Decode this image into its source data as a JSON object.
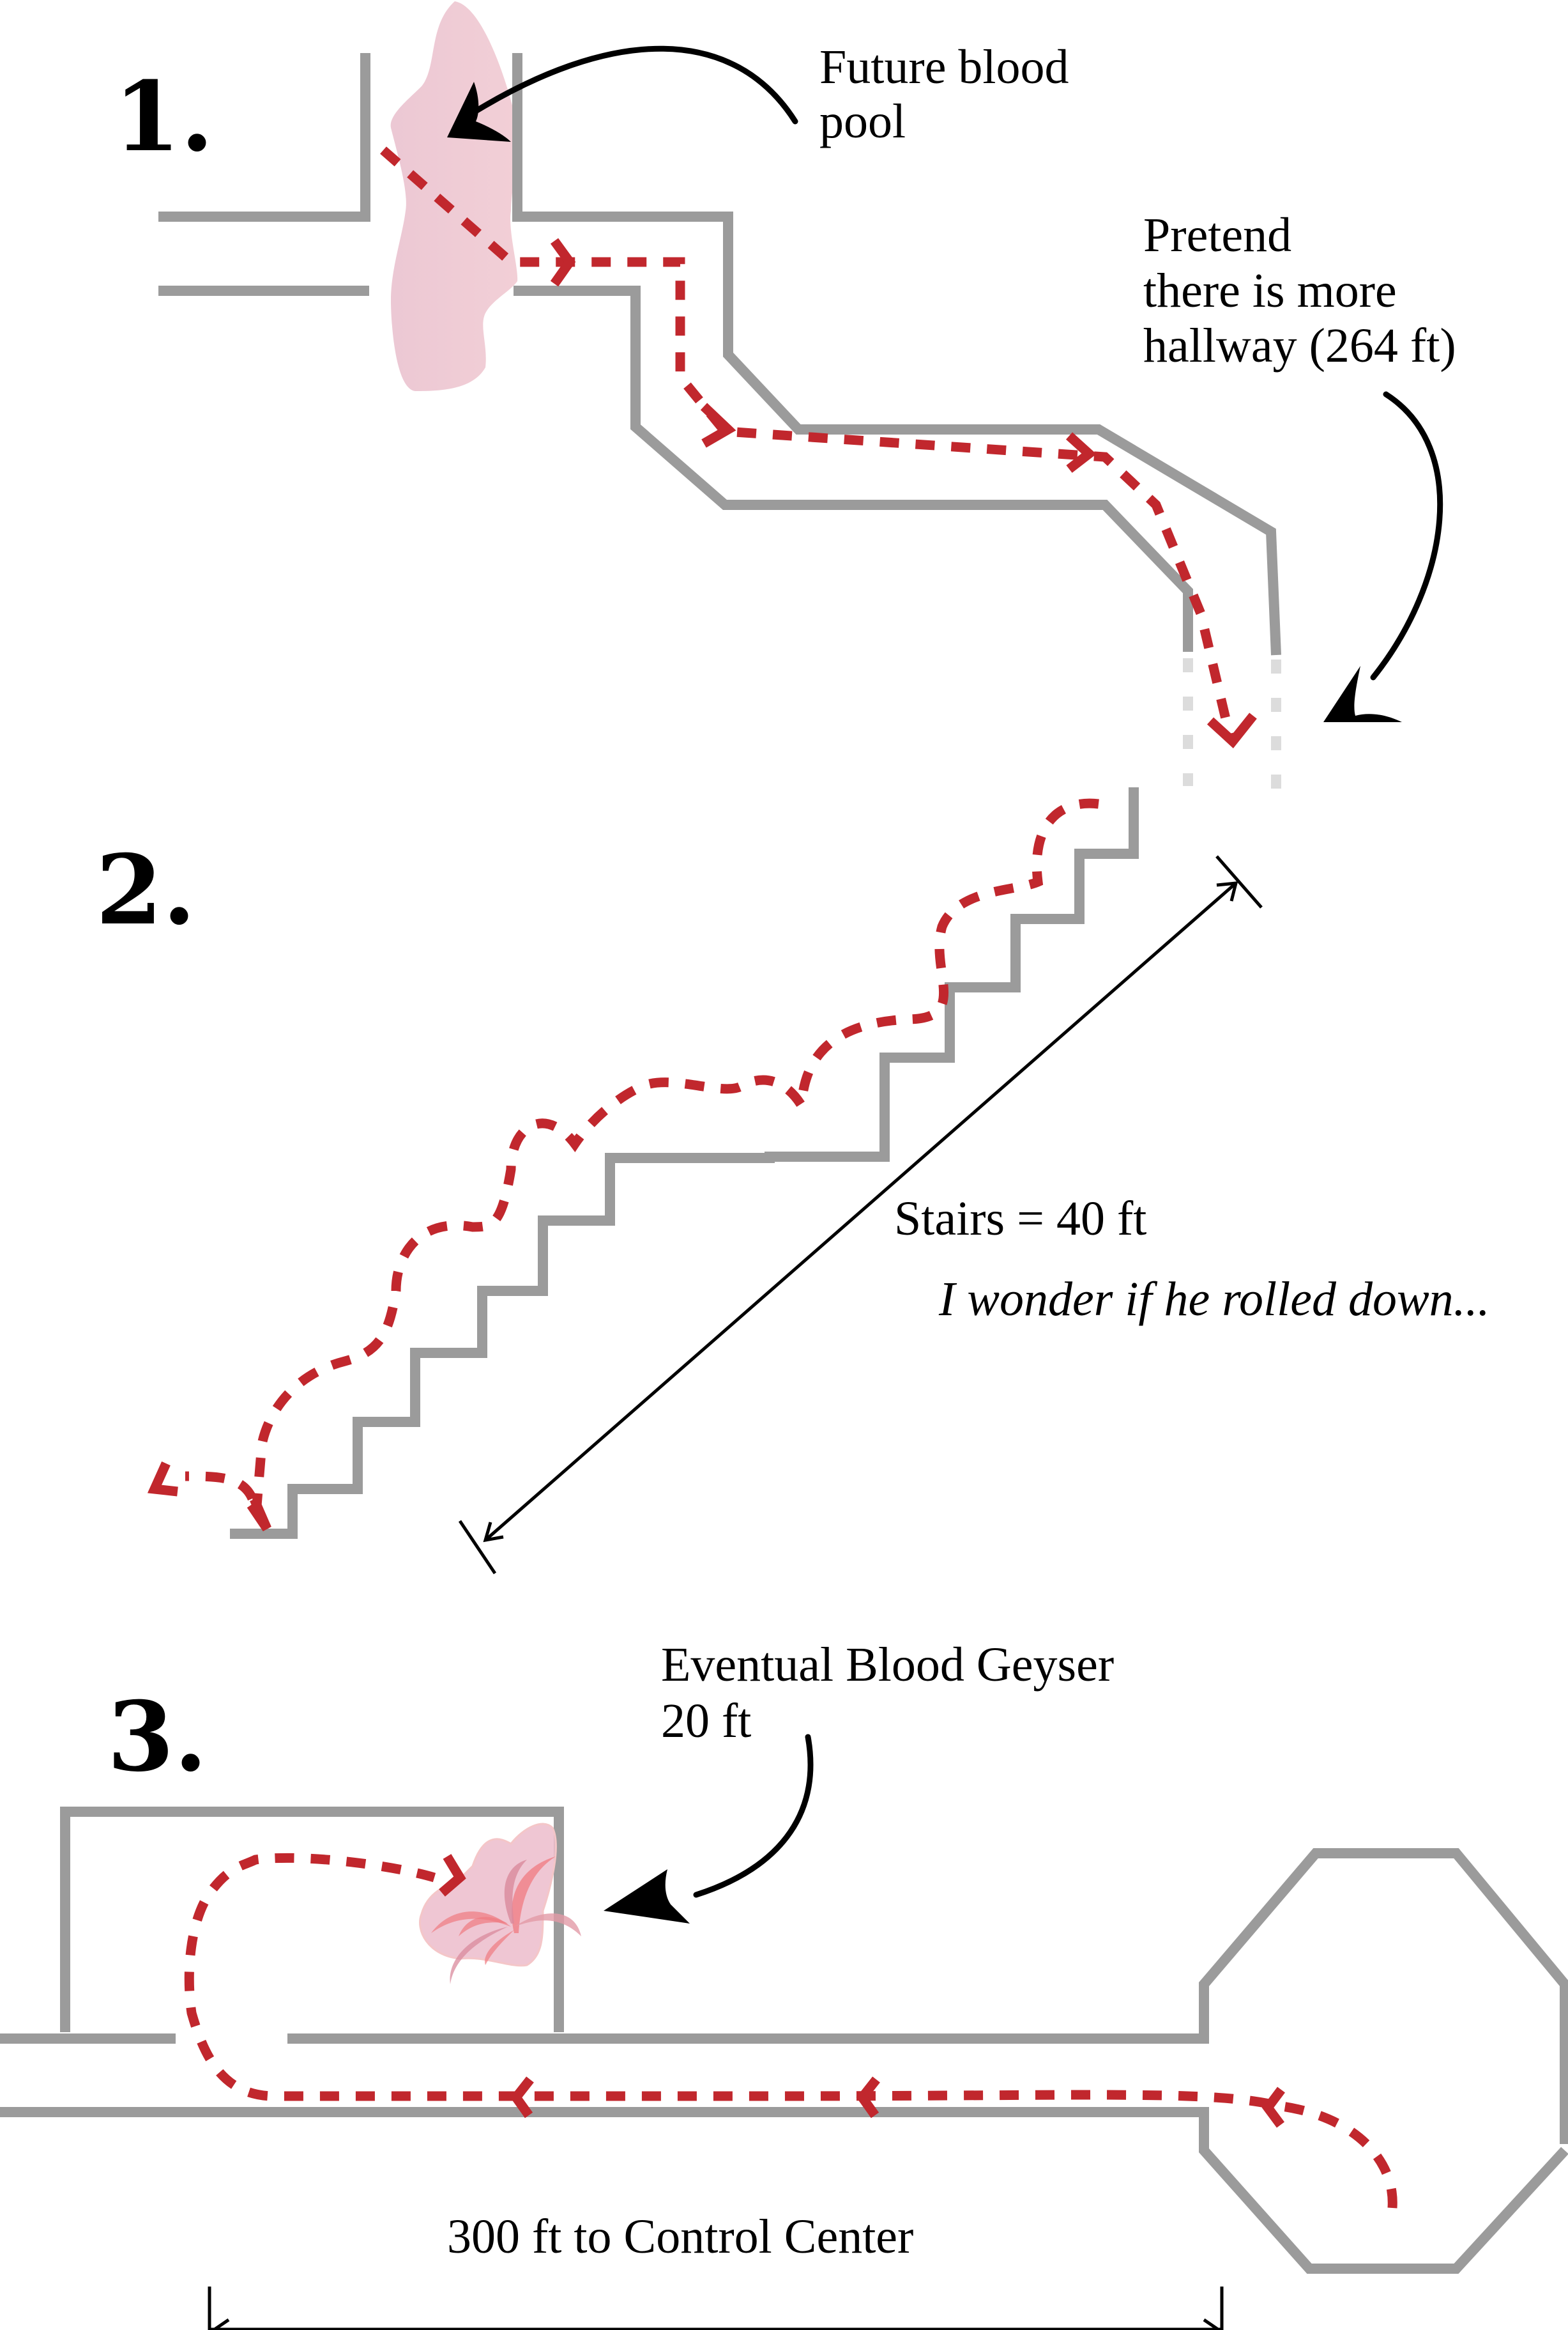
{
  "colors": {
    "wall": "#9b9b9b",
    "wall_faded": "#dcdcdc",
    "path": "#c1272d",
    "blood": "#f0c8d2",
    "spray": "#f07a80",
    "ink": "#000000",
    "background": "#ffffff"
  },
  "panels": [
    {
      "number": "1.",
      "annotations": {
        "blood_pool_line1": "Future blood",
        "blood_pool_line2": "pool",
        "hallway_line1": "Pretend",
        "hallway_line2": "there is more",
        "hallway_line3": "hallway (264 ft)"
      }
    },
    {
      "number": "2.",
      "annotations": {
        "stairs_length": "Stairs = 40 ft",
        "comment": "I wonder if he rolled down..."
      }
    },
    {
      "number": "3.",
      "annotations": {
        "geyser_line1": "Eventual Blood Geyser",
        "geyser_line2": "20 ft",
        "distance": "300 ft to Control Center"
      }
    }
  ]
}
